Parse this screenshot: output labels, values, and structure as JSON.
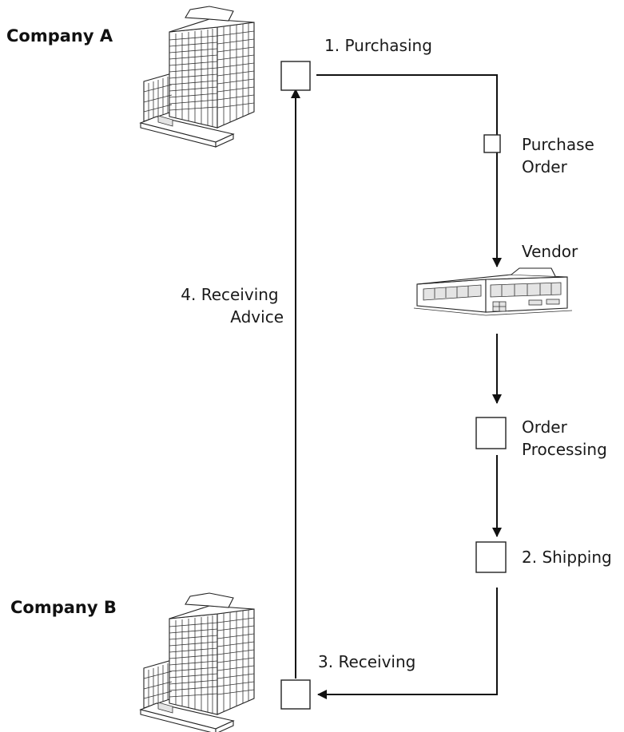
{
  "companies": {
    "a": "Company A",
    "b": "Company B"
  },
  "steps": {
    "purchasing": "1. Purchasing",
    "purchase_order": [
      "Purchase",
      "Order"
    ],
    "vendor": "Vendor",
    "order_processing": [
      "Order",
      "Processing"
    ],
    "shipping": "2. Shipping",
    "receiving": "3. Receiving",
    "receiving_advice": [
      "4. Receiving",
      "Advice"
    ]
  },
  "icons": {
    "office_building": "office-building-icon",
    "warehouse": "warehouse-icon",
    "document": "document-icon"
  }
}
